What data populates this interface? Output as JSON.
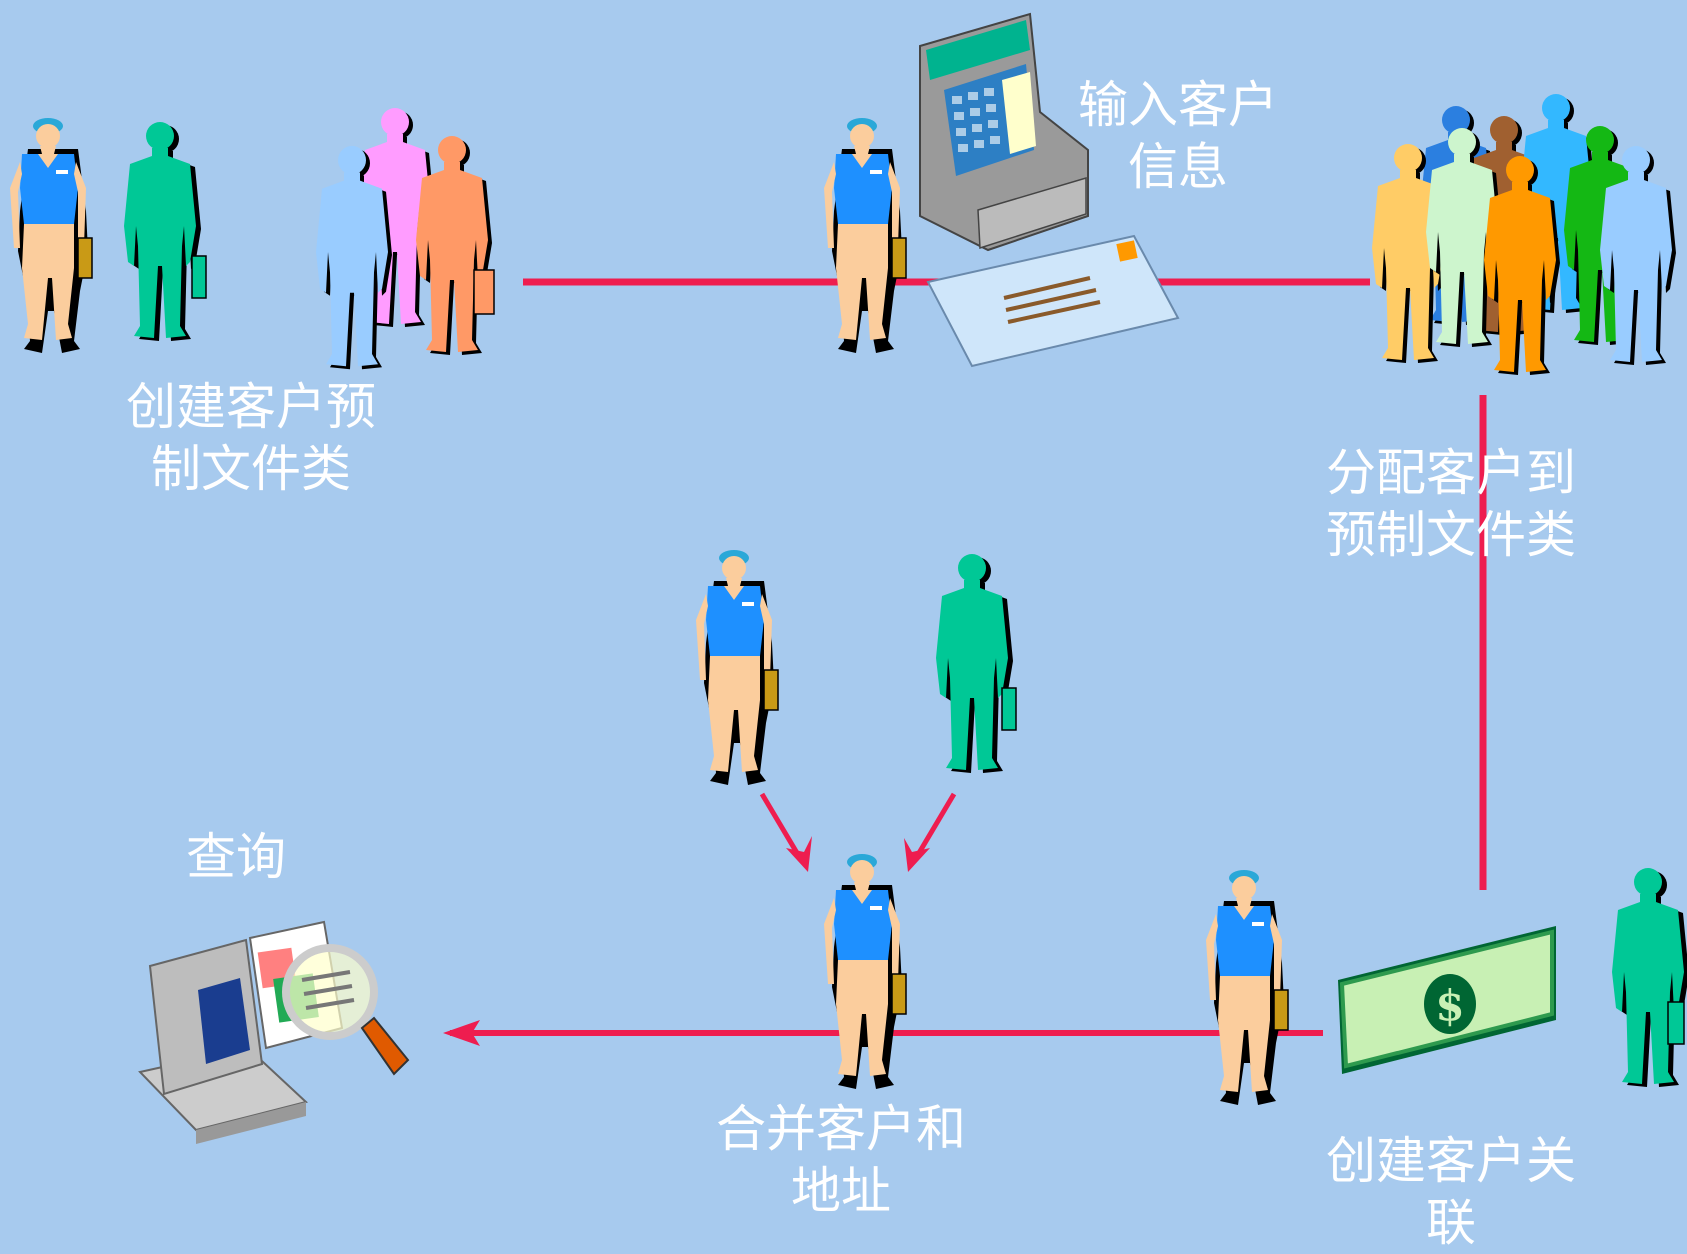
{
  "steps": {
    "create_profile_class": {
      "line1": "创建客户预",
      "line2": "制文件类"
    },
    "enter_customer_info": {
      "line1": "输入客户",
      "line2": "信息"
    },
    "assign_to_profile_class": {
      "line1": "分配客户到",
      "line2": "预制文件类"
    },
    "merge_customers": {
      "line1": "合并客户和",
      "line2": "地址"
    },
    "create_relationship": {
      "line1": "创建客户关",
      "line2": "联"
    },
    "query": {
      "line1": "查询"
    }
  },
  "colors": {
    "background": "#a7caee",
    "flow_line": "#ee1d4f",
    "label_text": "#ffffff"
  },
  "icons": [
    "person-icon",
    "crowd-icon",
    "cash-register-icon",
    "envelope-icon",
    "dollar-bill-icon",
    "computer-search-icon"
  ]
}
